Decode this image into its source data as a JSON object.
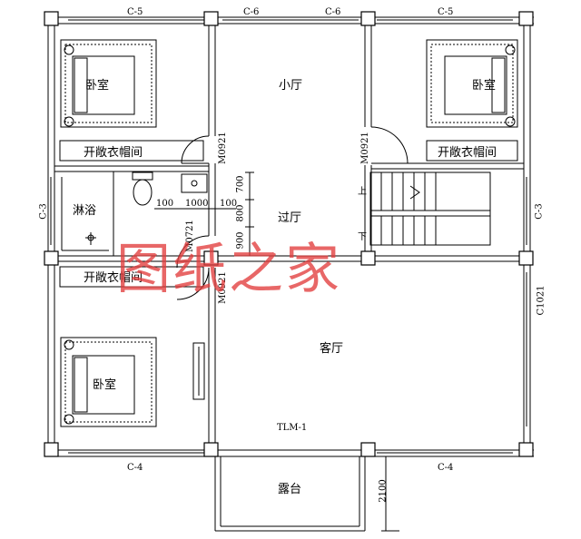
{
  "rooms": {
    "bedroom_tl": "卧室",
    "bedroom_tr": "卧室",
    "bedroom_bl": "卧室",
    "small_hall": "小厅",
    "corridor": "过厅",
    "living_room": "客厅",
    "shower": "淋浴",
    "balcony": "露台",
    "closet_tl": "开敞衣帽间",
    "closet_tr": "开敞衣帽间",
    "closet_bl": "开敞衣帽间"
  },
  "windows": {
    "top_left": "C-5",
    "top_mid_a": "C-6",
    "top_mid_b": "C-6",
    "top_right": "C-5",
    "left": "C-3",
    "right": "C-3",
    "bottom_left": "C-4",
    "bottom_right": "C-4",
    "right_lower": "C1021"
  },
  "doors": {
    "d1": "M0921",
    "d2": "M0921",
    "d3": "M0721",
    "d4": "M0921",
    "slide": "TLM-1"
  },
  "stairs": {
    "up": "上",
    "down": "下"
  },
  "dims": {
    "d100a": "100",
    "d1000": "1000",
    "d100b": "100",
    "d700": "700",
    "d800": "800",
    "d900": "900",
    "d2100": "2100"
  },
  "watermark": "图纸之家"
}
